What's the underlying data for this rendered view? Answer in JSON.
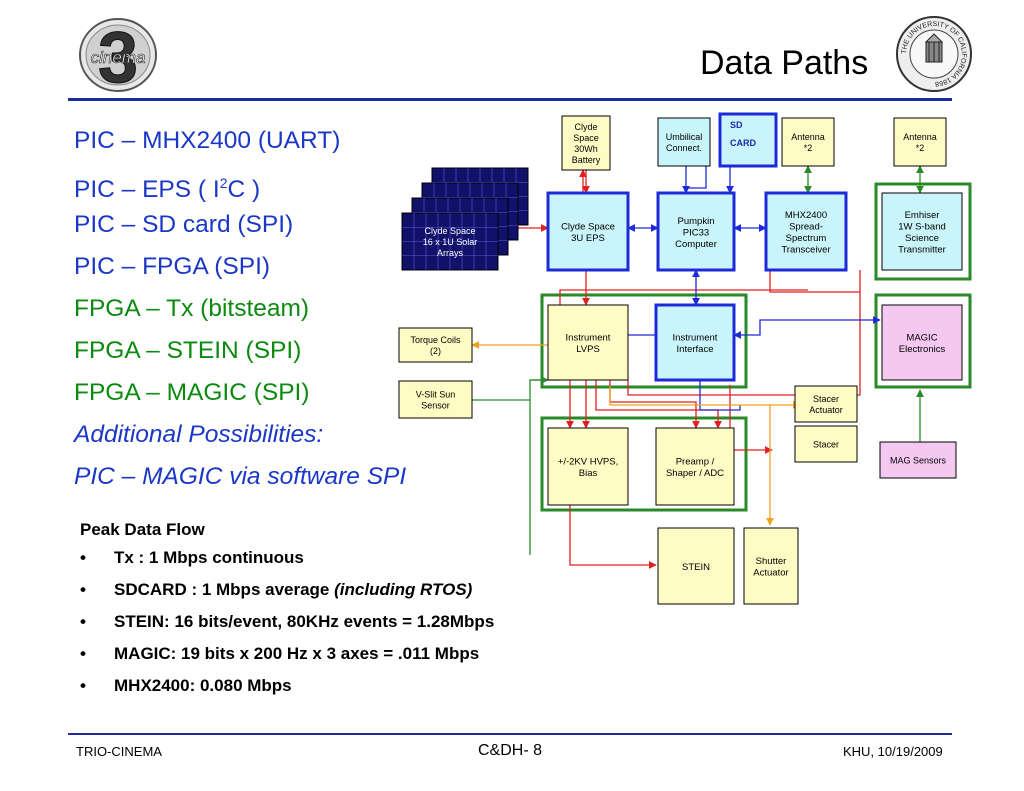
{
  "slide": {
    "title": "Data Paths"
  },
  "data_paths": [
    {
      "pre": "PIC – MHX2400 (UART)",
      "sup": "",
      "post": "",
      "color": "#1a37c8",
      "italic": false
    },
    {
      "pre": "PIC – EPS ( I",
      "sup": "2",
      "post": "C )",
      "color": "#1a37c8",
      "italic": false
    },
    {
      "pre": "PIC – SD card (SPI)",
      "sup": "",
      "post": "",
      "color": "#1a37c8",
      "italic": false
    },
    {
      "pre": "PIC – FPGA (SPI)",
      "sup": "",
      "post": "",
      "color": "#1a37c8",
      "italic": false
    },
    {
      "pre": "FPGA – Tx (bitsteam)",
      "sup": "",
      "post": "",
      "color": "#0c8a10",
      "italic": false
    },
    {
      "pre": "FPGA – STEIN (SPI)",
      "sup": "",
      "post": "",
      "color": "#0c8a10",
      "italic": false
    },
    {
      "pre": "FPGA – MAGIC (SPI)",
      "sup": "",
      "post": "",
      "color": "#0c8a10",
      "italic": false
    },
    {
      "pre": "Additional Possibilities:",
      "sup": "",
      "post": "",
      "color": "#1a37c8",
      "italic": true
    },
    {
      "pre": "PIC – MAGIC via software SPI",
      "sup": "",
      "post": "",
      "color": "#1a37c8",
      "italic": true
    }
  ],
  "peak": {
    "title": "Peak Data Flow",
    "bullet_char": "•",
    "items": [
      {
        "text": "Tx : 1 Mbps continuous",
        "italic": ""
      },
      {
        "text": "SDCARD : 1 Mbps average ",
        "italic": "(including RTOS)"
      },
      {
        "text": "STEIN: 16 bits/event, 80KHz events = 1.28Mbps",
        "italic": ""
      },
      {
        "text": "MAGIC: 19 bits x 200 Hz x 3 axes = .011 Mbps",
        "italic": ""
      },
      {
        "text": "MHX2400: 0.080 Mbps",
        "italic": ""
      }
    ]
  },
  "diagram": {
    "colors": {
      "red": "#e02020",
      "blue": "#1e2ad8",
      "green": "#2a8a2a",
      "orange": "#f2a020",
      "cyan": "#c8f4fa",
      "yellow": "#fefcc4",
      "pink": "#f4c8f0"
    },
    "nodes": [
      {
        "id": "solar",
        "lines": [
          "Clyde Space",
          "16 x 1U Solar",
          "Arrays"
        ]
      },
      {
        "id": "battery",
        "lines": [
          "Clyde",
          "Space",
          "30Wh",
          "Battery"
        ]
      },
      {
        "id": "umbilical",
        "lines": [
          "Umbilical",
          "Connect."
        ]
      },
      {
        "id": "sdcard",
        "lines": [
          "SD",
          "CARD"
        ]
      },
      {
        "id": "antenna1",
        "lines": [
          "Antenna",
          "*2"
        ]
      },
      {
        "id": "antenna2",
        "lines": [
          "Antenna",
          "*2"
        ]
      },
      {
        "id": "eps",
        "lines": [
          "Clyde Space",
          "3U EPS"
        ]
      },
      {
        "id": "pic",
        "lines": [
          "Pumpkin",
          "PIC33",
          "Computer"
        ]
      },
      {
        "id": "mhx",
        "lines": [
          "MHX2400",
          "Spread-",
          "Spectrum",
          "Transceiver"
        ]
      },
      {
        "id": "emhiser",
        "lines": [
          "Emhiser",
          "1W S-band",
          "Science",
          "Transmitter"
        ]
      },
      {
        "id": "torque",
        "lines": [
          "Torque Coils",
          "(2)"
        ]
      },
      {
        "id": "vslit",
        "lines": [
          "V-Slit Sun",
          "Sensor"
        ]
      },
      {
        "id": "lvps",
        "lines": [
          "Instrument",
          "LVPS"
        ]
      },
      {
        "id": "iface",
        "lines": [
          "Instrument",
          "Interface"
        ]
      },
      {
        "id": "magic",
        "lines": [
          "MAGIC",
          "Electronics"
        ]
      },
      {
        "id": "stacer_act",
        "lines": [
          "Stacer",
          "Actuator"
        ]
      },
      {
        "id": "stacer",
        "lines": [
          "Stacer"
        ]
      },
      {
        "id": "hvps",
        "lines": [
          "+/-2KV HVPS,",
          "Bias"
        ]
      },
      {
        "id": "preamp",
        "lines": [
          "Preamp /",
          "Shaper / ADC"
        ]
      },
      {
        "id": "magsens",
        "lines": [
          "MAG Sensors"
        ]
      },
      {
        "id": "stein",
        "lines": [
          "STEIN"
        ]
      },
      {
        "id": "shutter",
        "lines": [
          "Shutter",
          "Actuator"
        ]
      }
    ]
  },
  "footer": {
    "left": "TRIO-CINEMA",
    "center": "C&DH- 8",
    "right": "KHU, 10/19/2009"
  },
  "logos": {
    "left_text": "cinema",
    "right_text": "THE UNIVERSITY OF CALIFORNIA 1868"
  }
}
